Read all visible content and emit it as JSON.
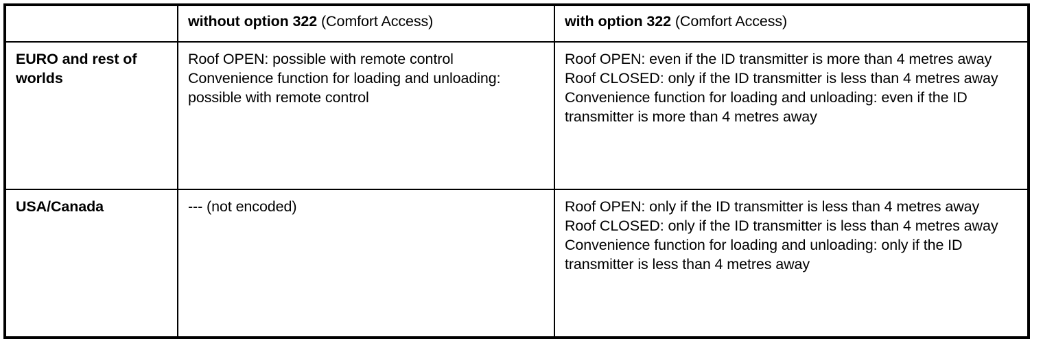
{
  "table": {
    "columns": [
      {
        "id": "region",
        "label": ""
      },
      {
        "id": "without_322",
        "label_strong": "without option 322",
        "label_plain": " (Comfort Access)"
      },
      {
        "id": "with_322",
        "label_strong": "with option 322",
        "label_plain": " (Comfort Access)"
      }
    ],
    "rows": [
      {
        "region": "EURO and rest of worlds",
        "without_322": [
          "Roof OPEN: possible with remote control",
          "Convenience function for loading and unloading: possible with remote control"
        ],
        "with_322": [
          "Roof OPEN: even if the ID transmitter is more than 4 metres away",
          "Roof CLOSED: only if the ID transmitter is less than 4 metres away",
          "Convenience function for loading and unloading: even if the ID transmitter is more than 4 metres away"
        ]
      },
      {
        "region": "USA/Canada",
        "without_322": [
          "--- (not encoded)"
        ],
        "with_322": [
          "Roof OPEN: only if the ID transmitter is less than 4 metres away",
          "Roof CLOSED: only if the ID transmitter is less than 4 metres away",
          "Convenience function for loading and unloading: only if the ID transmitter is less than 4 metres away"
        ]
      }
    ]
  },
  "colors": {
    "border": "#000000",
    "text": "#000000",
    "background": "#ffffff"
  }
}
